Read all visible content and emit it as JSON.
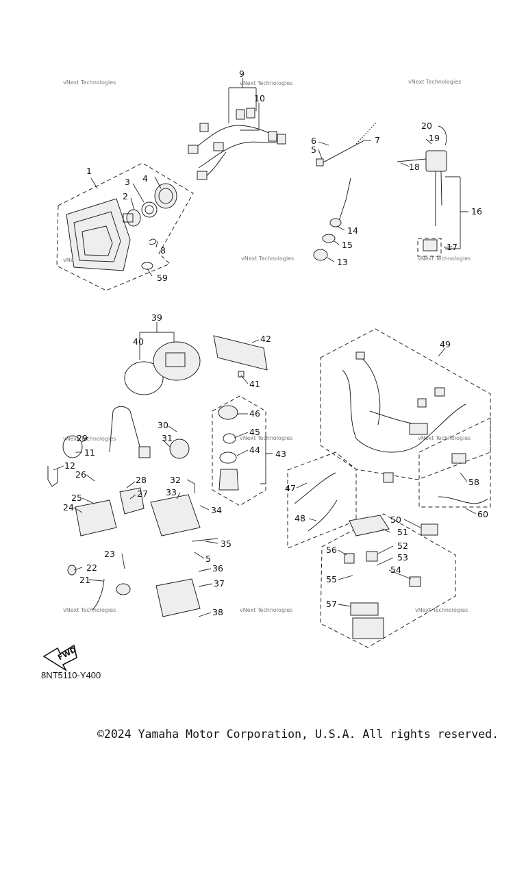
{
  "diagram": {
    "callouts": [
      {
        "n": "9"
      },
      {
        "n": "10"
      },
      {
        "n": "7"
      },
      {
        "n": "6"
      },
      {
        "n": "5"
      },
      {
        "n": "20"
      },
      {
        "n": "19"
      },
      {
        "n": "18"
      },
      {
        "n": "1"
      },
      {
        "n": "3"
      },
      {
        "n": "4"
      },
      {
        "n": "2"
      },
      {
        "n": "8"
      },
      {
        "n": "59"
      },
      {
        "n": "14"
      },
      {
        "n": "15"
      },
      {
        "n": "13"
      },
      {
        "n": "16"
      },
      {
        "n": "17"
      },
      {
        "n": "39"
      },
      {
        "n": "40"
      },
      {
        "n": "42"
      },
      {
        "n": "41"
      },
      {
        "n": "49"
      },
      {
        "n": "46"
      },
      {
        "n": "45"
      },
      {
        "n": "44"
      },
      {
        "n": "43"
      },
      {
        "n": "30"
      },
      {
        "n": "31"
      },
      {
        "n": "29"
      },
      {
        "n": "11"
      },
      {
        "n": "12"
      },
      {
        "n": "26"
      },
      {
        "n": "28"
      },
      {
        "n": "25"
      },
      {
        "n": "27"
      },
      {
        "n": "24"
      },
      {
        "n": "32"
      },
      {
        "n": "33"
      },
      {
        "n": "34"
      },
      {
        "n": "35"
      },
      {
        "n": "5"
      },
      {
        "n": "58"
      },
      {
        "n": "47"
      },
      {
        "n": "48"
      },
      {
        "n": "60"
      },
      {
        "n": "50"
      },
      {
        "n": "51"
      },
      {
        "n": "56"
      },
      {
        "n": "52"
      },
      {
        "n": "53"
      },
      {
        "n": "54"
      },
      {
        "n": "55"
      },
      {
        "n": "57"
      },
      {
        "n": "23"
      },
      {
        "n": "22"
      },
      {
        "n": "21"
      },
      {
        "n": "36"
      },
      {
        "n": "37"
      },
      {
        "n": "38"
      }
    ],
    "watermark": "vNext Technologies",
    "fwd_label": "FWD",
    "code": "8NT5110-Y400",
    "copyright": "©2024 Yamaha Motor Corporation, U.S.A. All rights reserved."
  }
}
